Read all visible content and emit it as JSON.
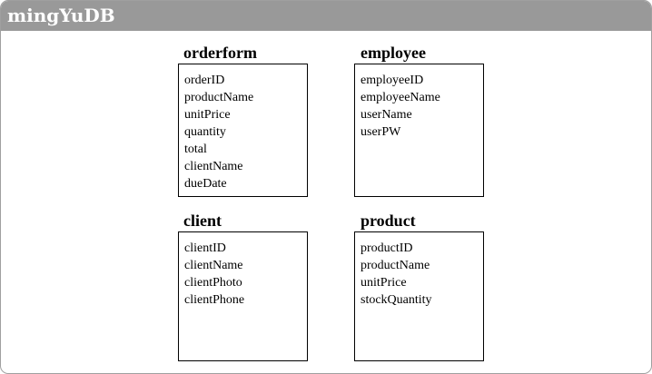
{
  "window": {
    "title": "mingYuDB"
  },
  "tables": {
    "orderform": {
      "name": "orderform",
      "fields": [
        "orderID",
        "productName",
        "unitPrice",
        "quantity",
        "total",
        "clientName",
        "dueDate"
      ]
    },
    "employee": {
      "name": "employee",
      "fields": [
        "employeeID",
        "employeeName",
        "userName",
        "userPW"
      ]
    },
    "client": {
      "name": "client",
      "fields": [
        "clientID",
        "clientName",
        "clientPhoto",
        "clientPhone"
      ]
    },
    "product": {
      "name": "product",
      "fields": [
        "productID",
        "productName",
        "unitPrice",
        "stockQuantity"
      ]
    }
  }
}
